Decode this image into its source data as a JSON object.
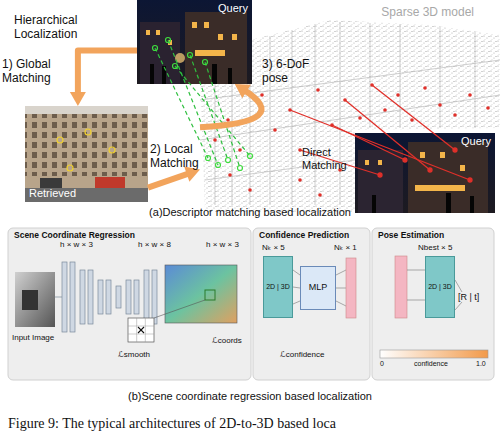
{
  "diagram": {
    "caption": "Figure 9: The typical architectures of 2D-to-3D based loca",
    "nodes": [
      {
        "text": [
          "Query"
        ]
      },
      {
        "text": [
          "Retrieved"
        ]
      },
      {
        "text": [
          "Sparse 3D model"
        ]
      },
      {
        "text": [
          "Query"
        ],
        "in": 2
      },
      {
        "text": [
          "Scene Coordinate Regression"
        ]
      },
      {
        "text": [
          "Confidence Prediction"
        ]
      },
      {
        "text": [
          "Pose Estimation"
        ]
      },
      {
        "text": [
          "2D | 3D"
        ],
        "in": 5
      },
      {
        "text": [
          "MLP"
        ],
        "in": 5
      },
      {
        "text": [
          "2D | 3D"
        ],
        "in": 6
      }
    ],
    "edges": [
      {
        "from": 0,
        "to": 1,
        "arrow": "to",
        "label": "1) Global Matching"
      },
      {
        "from": 1,
        "to": 2,
        "arrow": "to",
        "label": "2) Local Matching"
      },
      {
        "from": 2,
        "to": 0,
        "arrow": "to",
        "label": "3) 6-DoF pose"
      }
    ],
    "labels": [
      "Hierarchical Localization",
      "Direct Matching",
      "(a)Descriptor matching based localization",
      "h × w × 3",
      "h × w × 8",
      "h × w × 3",
      "Input Image",
      "ℒsmooth",
      "ℒcoords",
      "Nₖ × 5",
      "Nₖ × 1",
      "ℒconfidence",
      "Nbest × 5",
      "[R | t]",
      "0",
      "confidence",
      "1.0",
      "(b)Scene coordinate regression based localization"
    ]
  }
}
